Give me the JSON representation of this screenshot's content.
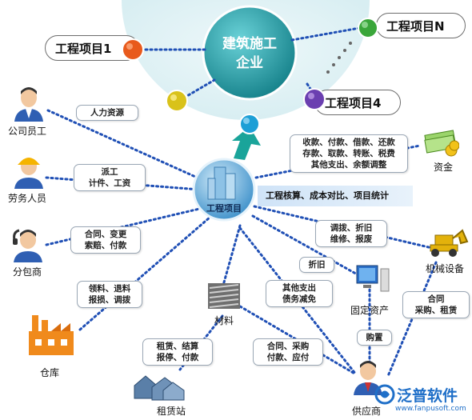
{
  "center_hub": {
    "line1": "建筑施工",
    "line2": "企业"
  },
  "core_label": "工程项目",
  "projects": {
    "p1": "工程项目1",
    "pn": "工程项目N",
    "p4": "工程项目4"
  },
  "nodes": {
    "staff": "公司员工",
    "labor": "劳务人员",
    "subcontractor": "分包商",
    "warehouse": "仓库",
    "material": "材料",
    "rental": "租赁站",
    "supplier": "供应商",
    "fixed_assets": "固定资产",
    "machinery": "机械设备",
    "funds": "资金"
  },
  "relations": {
    "hr": "人力资源",
    "dispatch_1": "派工",
    "dispatch_2": "计件、工资",
    "sub_1": "合同、变更",
    "sub_2": "索赔、付款",
    "wh_1": "领料、退料",
    "wh_2": "报损、调拨",
    "rent_1": "租赁、结算",
    "rent_2": "报停、付款",
    "sup_1": "合同、采购",
    "sup_2": "付款、应付",
    "other_1": "其他支出",
    "other_2": "债务减免",
    "depr": "折旧",
    "purchase": "购置",
    "mach_1": "调拨、折旧",
    "mach_2": "维修、报废",
    "mach_3": "合同",
    "mach_4": "采购、租赁",
    "fund_1": "收款、付款、借款、还款",
    "fund_2": "存款、取款、转账、税费",
    "fund_3": "其他支出、余额调整"
  },
  "banner": "工程核算、成本对比、项目统计",
  "brand": {
    "name": "泛普软件",
    "url": "www.fanpusoft.com"
  },
  "colors": {
    "hub_teal": "#1f9aa4",
    "link_blue": "#1f4fb5",
    "dot_orange": "#e85a1c",
    "dot_green": "#3aa63a",
    "dot_purple": "#6b3fb0",
    "dot_yellow": "#d9c21a",
    "dot_cyan": "#1c9fd6"
  }
}
